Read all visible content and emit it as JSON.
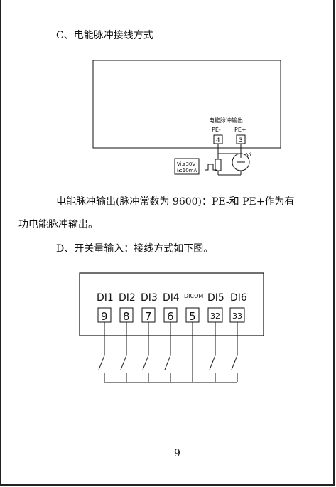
{
  "section_c": {
    "heading": "C、电能脉冲接线方式"
  },
  "pulse_diagram": {
    "title": "电能脉冲输出",
    "terminals": [
      {
        "label": "PE-",
        "number": "4"
      },
      {
        "label": "PE+",
        "number": "3"
      }
    ],
    "spec_lines": [
      "Vi≤30V",
      "i≤10mA"
    ],
    "source_label": "Vi"
  },
  "pulse_text": {
    "line1": "电能脉冲输出(脉冲常数为 9600)：PE-和 PE+作为有",
    "line2": "功电能脉冲输出。"
  },
  "section_d": {
    "heading": "D、开关量输入：接线方式如下图。"
  },
  "di_diagram": {
    "inputs": [
      {
        "label": "DI1",
        "number": "9"
      },
      {
        "label": "DI2",
        "number": "8"
      },
      {
        "label": "DI3",
        "number": "7"
      },
      {
        "label": "DI4",
        "number": "6"
      },
      {
        "label": "DICOM",
        "number": "5"
      },
      {
        "label": "DI5",
        "number": "32"
      },
      {
        "label": "DI6",
        "number": "33"
      }
    ]
  },
  "page_number": "9"
}
